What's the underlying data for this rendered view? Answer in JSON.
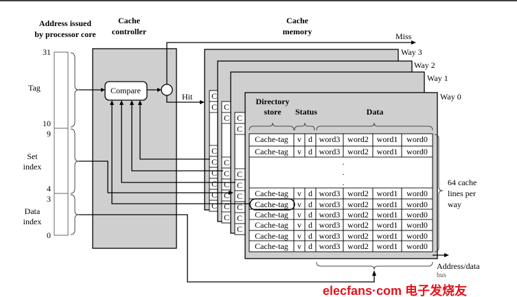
{
  "headers": {
    "address": [
      "Address issued",
      "by processor core"
    ],
    "controller": [
      "Cache",
      "controller"
    ],
    "memory": [
      "Cache",
      "memory"
    ]
  },
  "address_bits": [
    "31",
    "10",
    "9",
    "4",
    "3",
    "0"
  ],
  "fields": {
    "tag": "Tag",
    "set_index": [
      "Set",
      "index"
    ],
    "data_index": [
      "Data",
      "index"
    ]
  },
  "compare_label": "Compare",
  "hit_label": "Hit",
  "miss_label": "Miss",
  "ways": [
    "Way 3",
    "Way 2",
    "Way 1",
    "Way 0"
  ],
  "way0": {
    "directory_label": [
      "Directory",
      "store"
    ],
    "status_label": "Status",
    "data_label": "Data",
    "row": [
      "Cache-tag",
      "v",
      "d",
      "word3",
      "word2",
      "word1",
      "word0"
    ],
    "row_count_top": 2,
    "row_count_bottom": 6,
    "ellipsis": "."
  },
  "side_cell_letter": "C",
  "lines_label": [
    "64 cache",
    "lines per",
    "way"
  ],
  "bus_label": [
    "Address/data",
    "bus"
  ],
  "watermark": "elecfans·com 电子发烧友",
  "colors": {
    "block_fill": "#cfcfcf",
    "watermark": "#e0141c"
  }
}
